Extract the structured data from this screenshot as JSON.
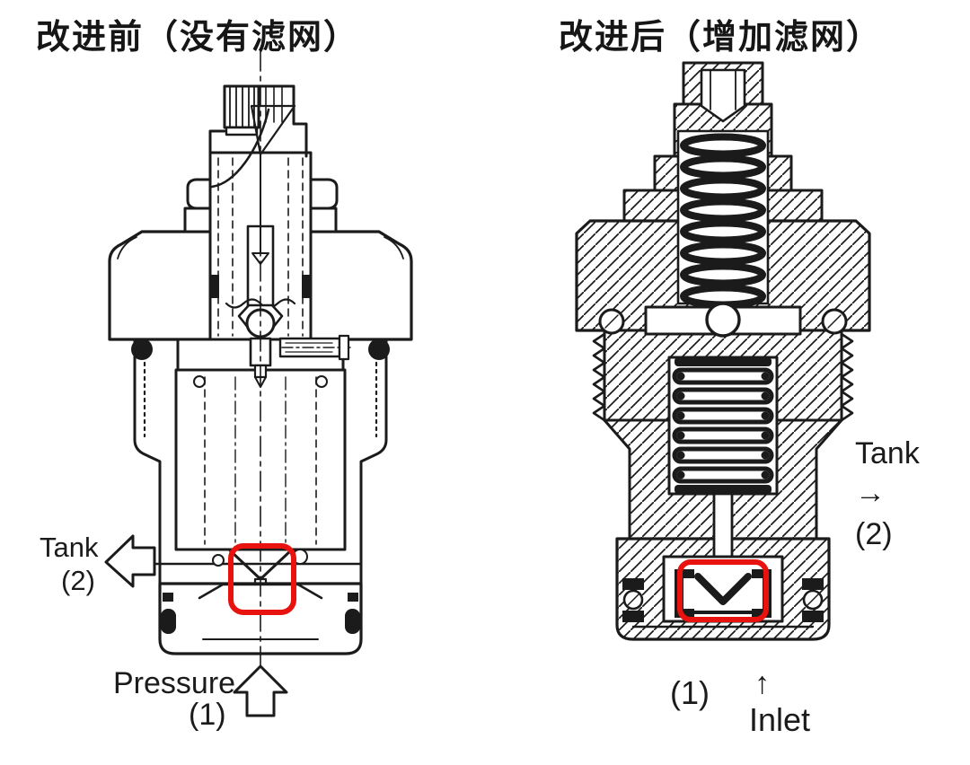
{
  "colors": {
    "background": "#ffffff",
    "ink": "#1b1b1b",
    "highlight_red": "#e8130f"
  },
  "left_panel": {
    "title": "改进前（没有滤网）",
    "tank_label": "Tank",
    "tank_num": "(2)",
    "pressure_label": "Pressure",
    "pressure_num": "(1)"
  },
  "right_panel": {
    "title": "改进后（增加滤网）",
    "tank_label": "Tank",
    "tank_arrow": "→",
    "tank_num": "(2)",
    "inlet_num": "(1)",
    "inlet_arrow": "↑",
    "inlet_label": "Inlet"
  }
}
